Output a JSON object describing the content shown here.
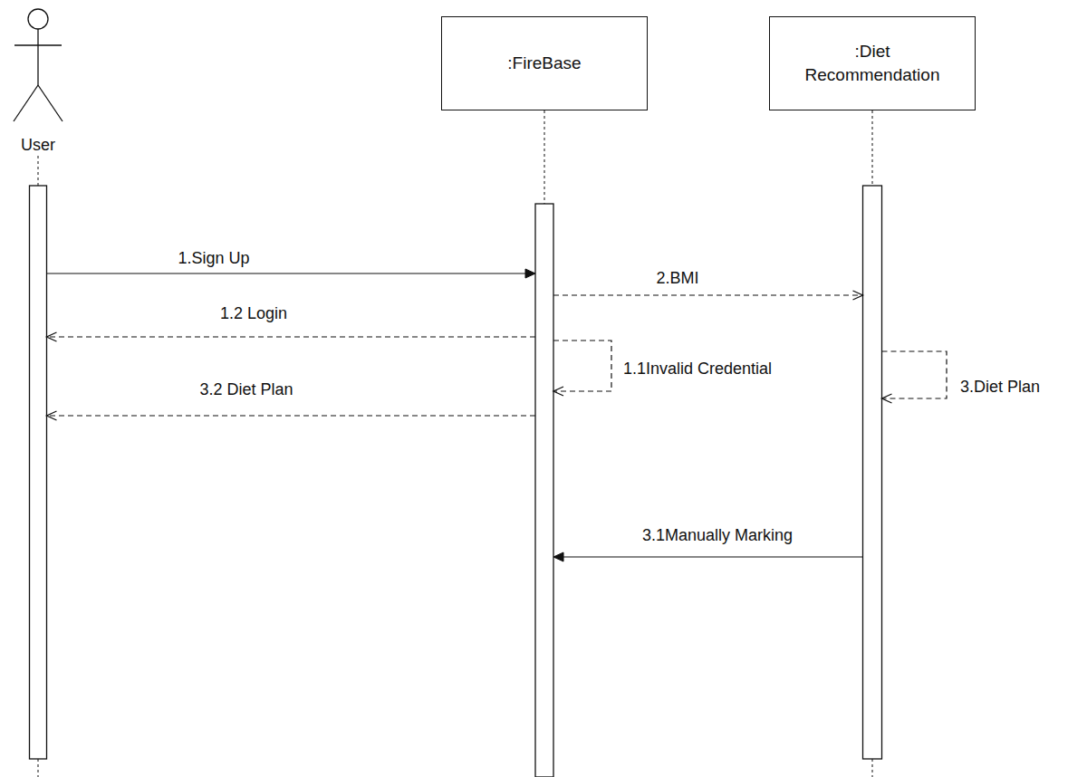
{
  "diagram": {
    "nodes": [
      {
        "text": [
          "User"
        ]
      },
      {
        "text": [
          ":FireBase"
        ]
      },
      {
        "text": [
          ":Diet Recommendation"
        ]
      }
    ],
    "edges": [
      {
        "from": 0,
        "to": 1,
        "label": "1.Sign Up",
        "arrow": "to"
      },
      {
        "from": 1,
        "to": 2,
        "label": "2.BMI",
        "arrow": "to"
      },
      {
        "from": 1,
        "to": 0,
        "label": "1.2 Login",
        "arrow": "to"
      },
      {
        "from": 1,
        "to": 1,
        "label": "1.1Invalid Credential",
        "arrow": "to"
      },
      {
        "from": 1,
        "to": 0,
        "label": "3.2 Diet Plan",
        "arrow": "to"
      },
      {
        "from": 2,
        "to": 2,
        "label": "3.Diet Plan",
        "arrow": "to"
      },
      {
        "from": 2,
        "to": 1,
        "label": "3.1Manually Marking",
        "arrow": "to"
      }
    ]
  }
}
